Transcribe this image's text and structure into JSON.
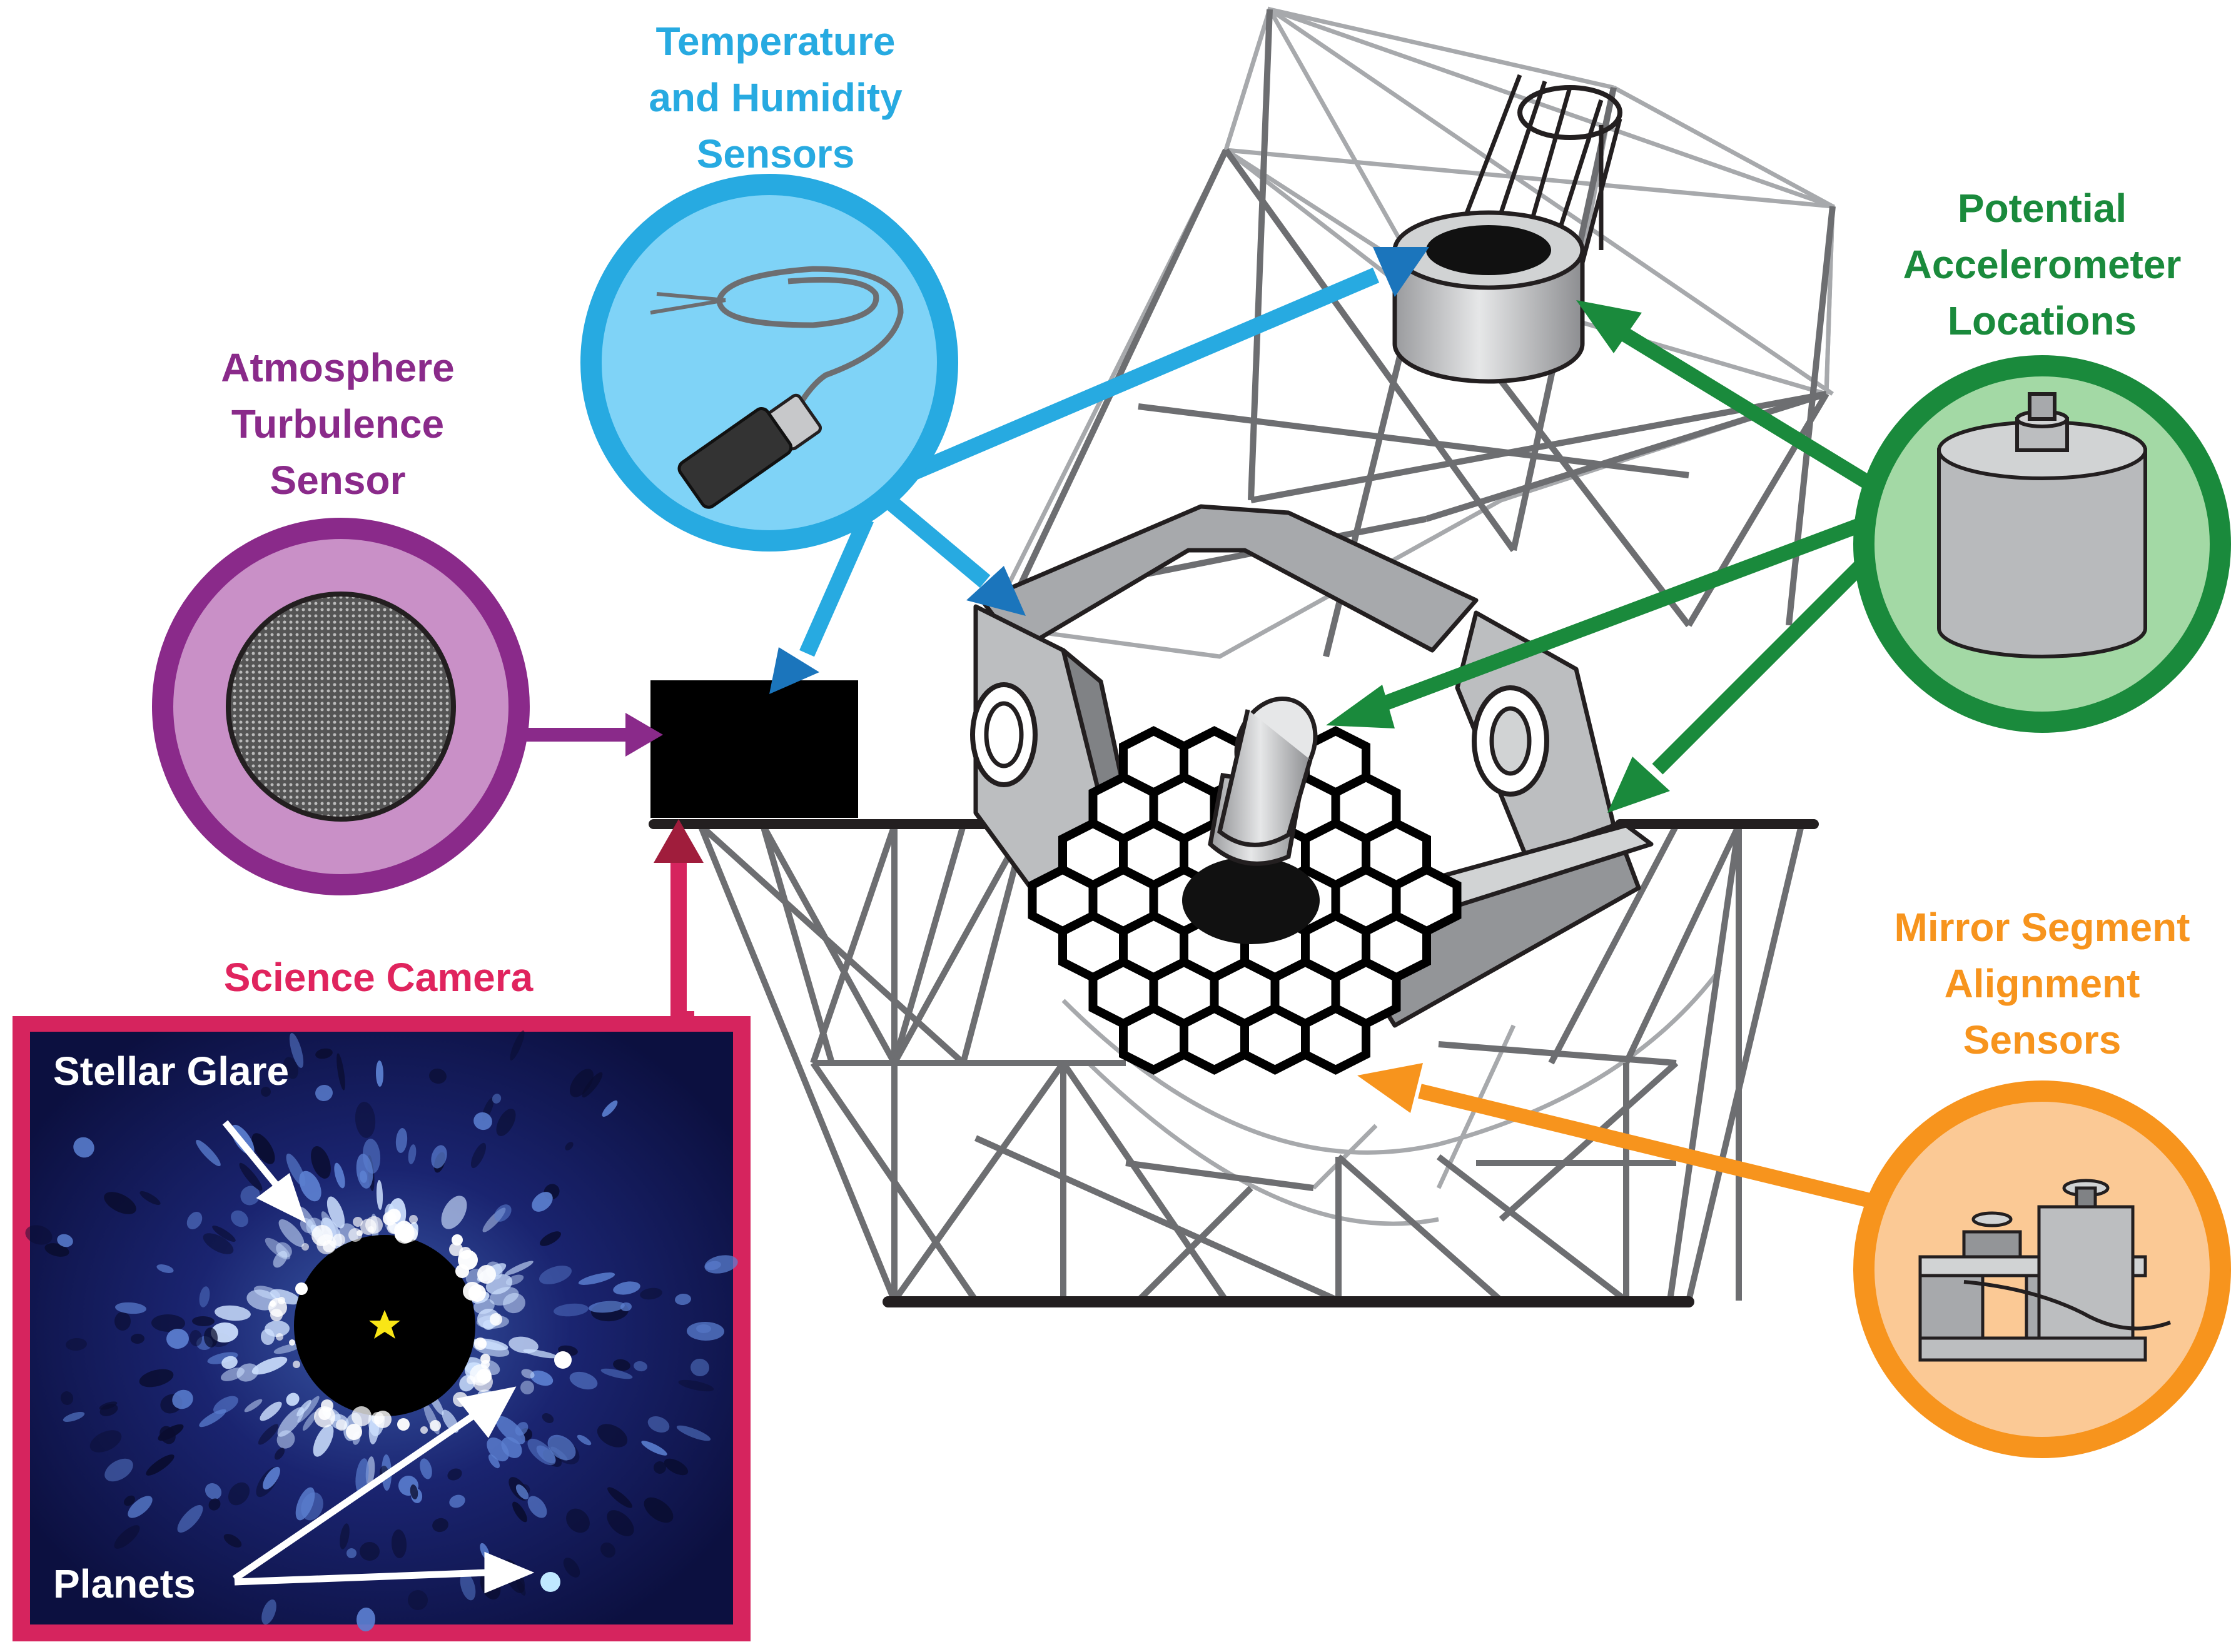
{
  "labels": {
    "temperature": [
      "Temperature",
      "and Humidity",
      "Sensors"
    ],
    "atmosphere": [
      "Atmosphere",
      "Turbulence",
      "Sensor"
    ],
    "accelerometer": [
      "Potential",
      "Accelerometer",
      "Locations"
    ],
    "mirror": [
      "Mirror Segment",
      "Alignment",
      "Sensors"
    ],
    "camera": "Science Camera",
    "glare": "Stellar Glare",
    "planets": "Planets"
  },
  "colors": {
    "purple": "#8a2a8a",
    "blue": "#27aae1",
    "arrow_blue": "#1b75bc",
    "green": "#1a8a3c",
    "orange": "#f7941d",
    "pink": "#d6245e",
    "steel": "#6d6e71"
  },
  "icons": {
    "atmosphere": "sensor-mesh-icon",
    "temperature": "cable-probe-icon",
    "accelerometer": "accelerometer-cylinder-icon",
    "mirror": "alignment-sensor-icon",
    "star": "star-icon"
  }
}
